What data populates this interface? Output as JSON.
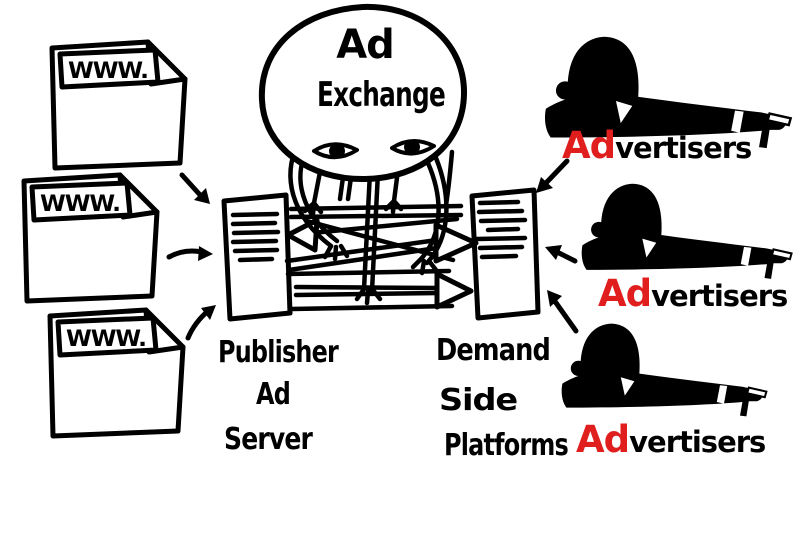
{
  "canvas": {
    "background": "#ffffff",
    "ink": "#000000",
    "accent_red": "#e01e1e"
  },
  "websites": {
    "items": [
      {
        "label": "WWW."
      },
      {
        "label": "WWW."
      },
      {
        "label": "WWW."
      }
    ]
  },
  "ad_exchange": {
    "line1": "Ad",
    "line2": "Exchange"
  },
  "publisher_ad_server": {
    "line1": "Publisher",
    "line2": "Ad",
    "line3": "Server"
  },
  "demand_side_platforms": {
    "line1": "Demand",
    "line2": "Side",
    "line3": "Platforms"
  },
  "advertisers": {
    "items": [
      {
        "ad": "Ad",
        "rest": "vertisers"
      },
      {
        "ad": "Ad",
        "rest": "vertisers"
      },
      {
        "ad": "Ad",
        "rest": "vertisers"
      }
    ]
  },
  "icons": {
    "website-document-icon": "dog-eared page with WWW address bar",
    "ad-exchange-octopus-icon": "round-headed octopus with two eyes, tentacles gripping arrows",
    "advertiser-figure-icon": "black silhouette of man in bowler hat, arm outstretched holding cigarette",
    "arrow-icon": "hand-drawn marker arrow"
  }
}
